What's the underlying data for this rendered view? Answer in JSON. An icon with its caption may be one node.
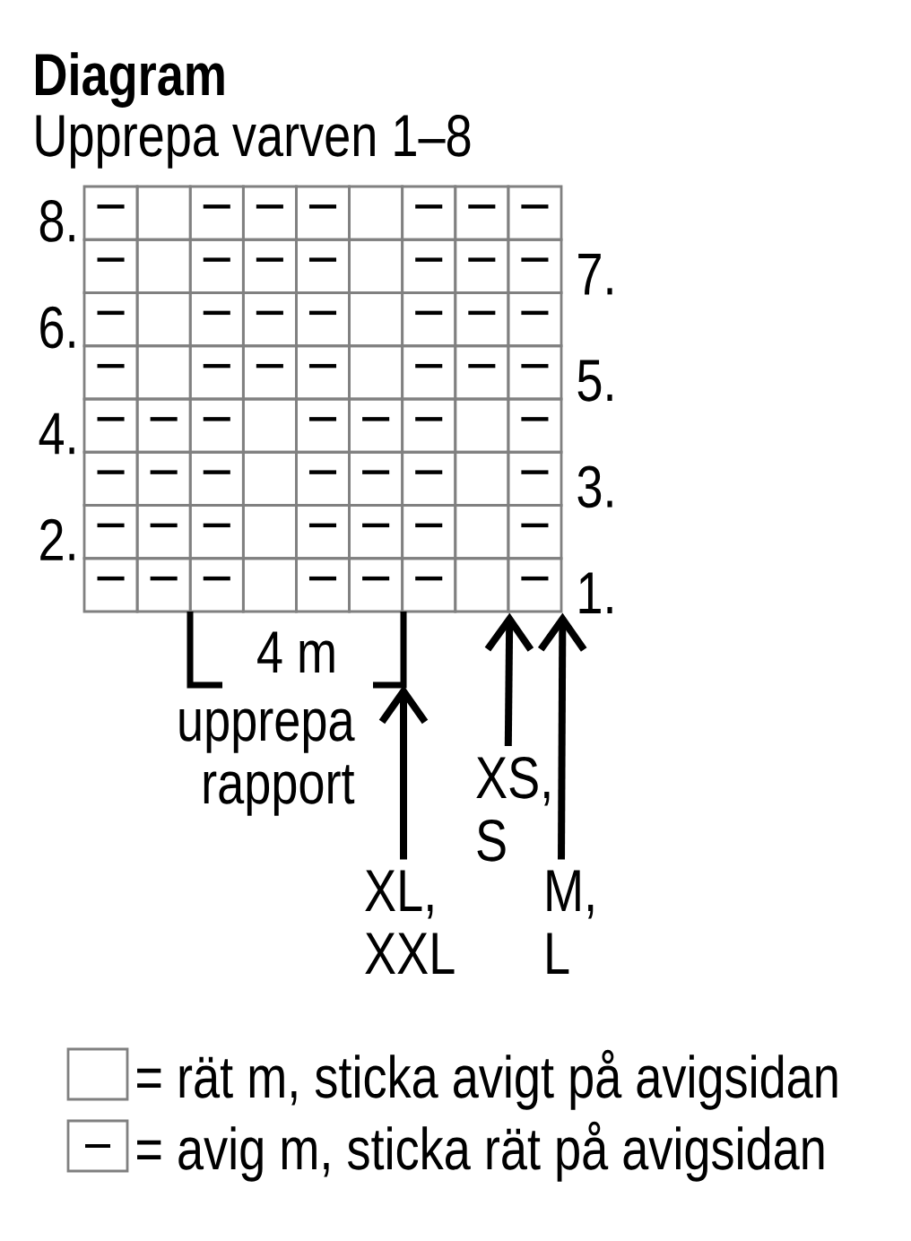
{
  "diagram": {
    "title": "Diagram",
    "nodes": [
      {
        "text": [
          "–"
        ]
      },
      {
        "text": [],
        "shape": "box"
      },
      {
        "text": [
          "–"
        ]
      },
      {
        "text": [
          "–"
        ]
      },
      {
        "text": [
          "–"
        ]
      },
      {
        "text": [],
        "shape": "box"
      },
      {
        "text": [
          "–"
        ]
      },
      {
        "text": [
          "–"
        ]
      },
      {
        "text": [
          "–"
        ]
      },
      {
        "text": [
          "–"
        ]
      },
      {
        "text": [],
        "shape": "box"
      },
      {
        "text": [
          "–"
        ]
      },
      {
        "text": [
          "–"
        ]
      },
      {
        "text": [
          "–"
        ]
      },
      {
        "text": [],
        "shape": "box"
      },
      {
        "text": [
          "–"
        ]
      },
      {
        "text": [
          "–"
        ]
      },
      {
        "text": [
          "–"
        ]
      },
      {
        "text": [
          "–"
        ]
      },
      {
        "text": [],
        "shape": "box"
      },
      {
        "text": [
          "–"
        ]
      },
      {
        "text": [
          "–"
        ]
      },
      {
        "text": [
          "–"
        ]
      },
      {
        "text": [],
        "shape": "box"
      },
      {
        "text": [
          "–"
        ]
      },
      {
        "text": [
          "–"
        ]
      },
      {
        "text": [
          "–"
        ]
      },
      {
        "text": [
          "–"
        ]
      },
      {
        "text": [],
        "shape": "box"
      },
      {
        "text": [
          "–"
        ]
      },
      {
        "text": [
          "–"
        ]
      },
      {
        "text": [
          "–"
        ]
      },
      {
        "text": [],
        "shape": "box"
      },
      {
        "text": [
          "–"
        ]
      },
      {
        "text": [
          "–"
        ]
      },
      {
        "text": [
          "–"
        ]
      },
      {
        "text": [
          "–"
        ]
      },
      {
        "text": [
          "–"
        ]
      },
      {
        "text": [
          "–"
        ]
      },
      {
        "text": [],
        "shape": "box"
      },
      {
        "text": [
          "–"
        ]
      },
      {
        "text": [
          "–"
        ]
      },
      {
        "text": [
          "–"
        ]
      },
      {
        "text": [],
        "shape": "box"
      },
      {
        "text": [
          "–"
        ]
      },
      {
        "text": [
          "–"
        ]
      },
      {
        "text": [
          "–"
        ]
      },
      {
        "text": [
          "–"
        ]
      },
      {
        "text": [],
        "shape": "box"
      },
      {
        "text": [
          "–"
        ]
      },
      {
        "text": [
          "–"
        ]
      },
      {
        "text": [
          "–"
        ]
      },
      {
        "text": [],
        "shape": "box"
      },
      {
        "text": [
          "–"
        ]
      },
      {
        "text": [
          "–"
        ]
      },
      {
        "text": [
          "–"
        ]
      },
      {
        "text": [
          "–"
        ]
      },
      {
        "text": [],
        "shape": "box"
      },
      {
        "text": [
          "–"
        ]
      },
      {
        "text": [
          "–"
        ]
      },
      {
        "text": [
          "–"
        ]
      },
      {
        "text": [],
        "shape": "box"
      },
      {
        "text": [
          "–"
        ]
      },
      {
        "text": [
          "–"
        ]
      },
      {
        "text": [
          "–"
        ]
      },
      {
        "text": [
          "–"
        ]
      },
      {
        "text": [],
        "shape": "box"
      },
      {
        "text": [
          "–"
        ]
      },
      {
        "text": [
          "–"
        ]
      },
      {
        "text": [
          "–"
        ]
      },
      {
        "text": [],
        "shape": "box"
      },
      {
        "text": [
          "–"
        ]
      },
      {
        "text": [],
        "shape": "bracket"
      },
      {
        "text": [
          "XS, S"
        ]
      },
      {
        "text": [
          "XL, XXL"
        ]
      },
      {
        "text": [
          "M, L"
        ]
      }
    ],
    "edges": [
      {
        "from": 73,
        "to": 70,
        "arrow": "to"
      },
      {
        "from": 74,
        "to": 72,
        "arrow": "to"
      },
      {
        "from": 75,
        "to": 71,
        "arrow": "to"
      }
    ],
    "labels": [
      "Upprepa varven 1–8",
      "8.",
      "7.",
      "6.",
      "5.",
      "4.",
      "3.",
      "2.",
      "1.",
      "4 m",
      "upprepa rapport"
    ],
    "legend": [
      {
        "text": "= rät m, sticka avigt på avigsidan"
      },
      {
        "text": "= avig m, sticka rät på avigsidan"
      }
    ]
  }
}
